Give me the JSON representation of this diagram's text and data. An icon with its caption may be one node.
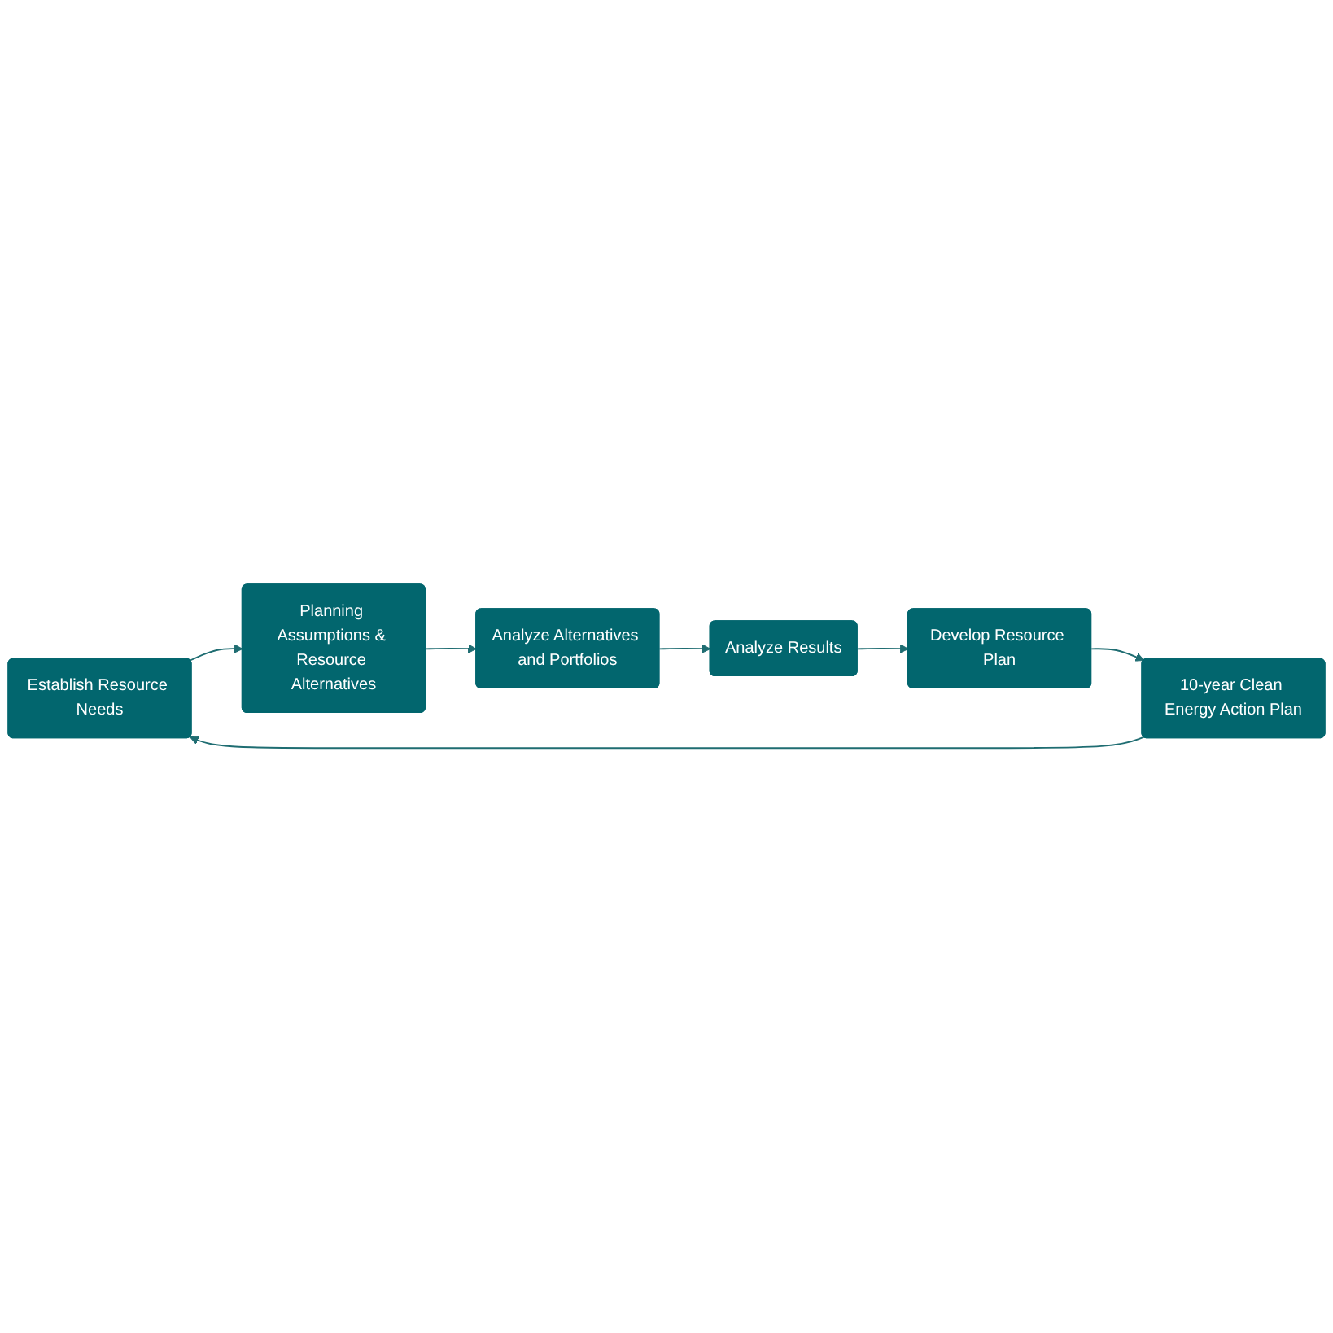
{
  "diagram": {
    "nodes": [
      {
        "text": [
          "Establish Resource Needs"
        ]
      },
      {
        "text": [
          "Planning Assumptions & Resource Alternatives"
        ]
      },
      {
        "text": [
          "Analyze Alternatives and Portfolios"
        ]
      },
      {
        "text": [
          "Analyze Results"
        ]
      },
      {
        "text": [
          "Develop Resource Plan"
        ]
      },
      {
        "text": [
          "10-year Clean Energy Action Plan"
        ]
      }
    ],
    "edges": [
      {
        "from": 0,
        "to": 1,
        "arrow": "to"
      },
      {
        "from": 1,
        "to": 2,
        "arrow": "to"
      },
      {
        "from": 2,
        "to": 3,
        "arrow": "to"
      },
      {
        "from": 3,
        "to": 4,
        "arrow": "to"
      },
      {
        "from": 4,
        "to": 5,
        "arrow": "to"
      },
      {
        "from": 5,
        "to": 0,
        "arrow": "to"
      }
    ]
  }
}
